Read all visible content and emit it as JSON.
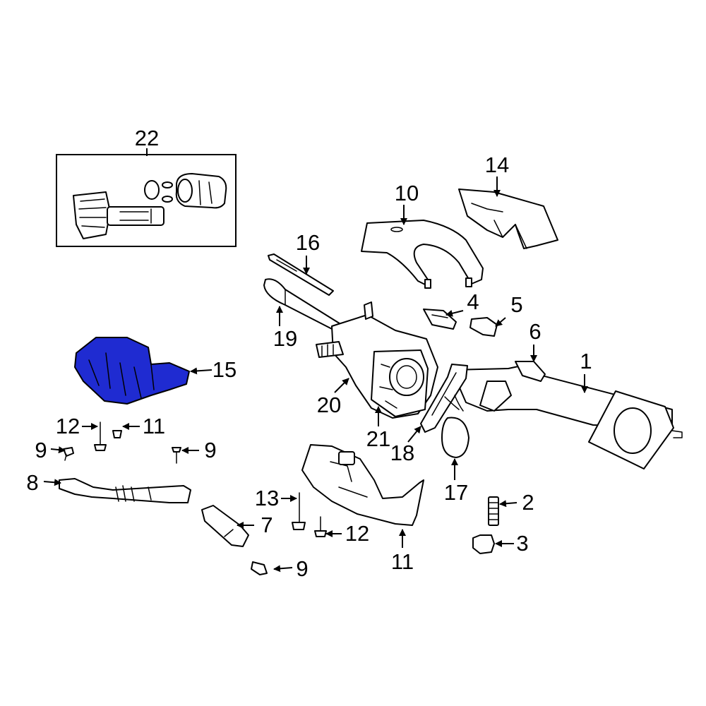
{
  "diagram": {
    "highlight_color": "#1f2bd1",
    "highlighted_part": "15",
    "callouts": {
      "c1": "1",
      "c2": "2",
      "c3": "3",
      "c4": "4",
      "c5": "5",
      "c6": "6",
      "c7": "7",
      "c8": "8",
      "c9a": "9",
      "c9b": "9",
      "c9c": "9",
      "c10": "10",
      "c11a": "11",
      "c11b": "11",
      "c12a": "12",
      "c12b": "12",
      "c13": "13",
      "c14": "14",
      "c15": "15",
      "c16": "16",
      "c17": "17",
      "c18": "18",
      "c19": "19",
      "c20": "20",
      "c21": "21",
      "c22": "22"
    }
  }
}
